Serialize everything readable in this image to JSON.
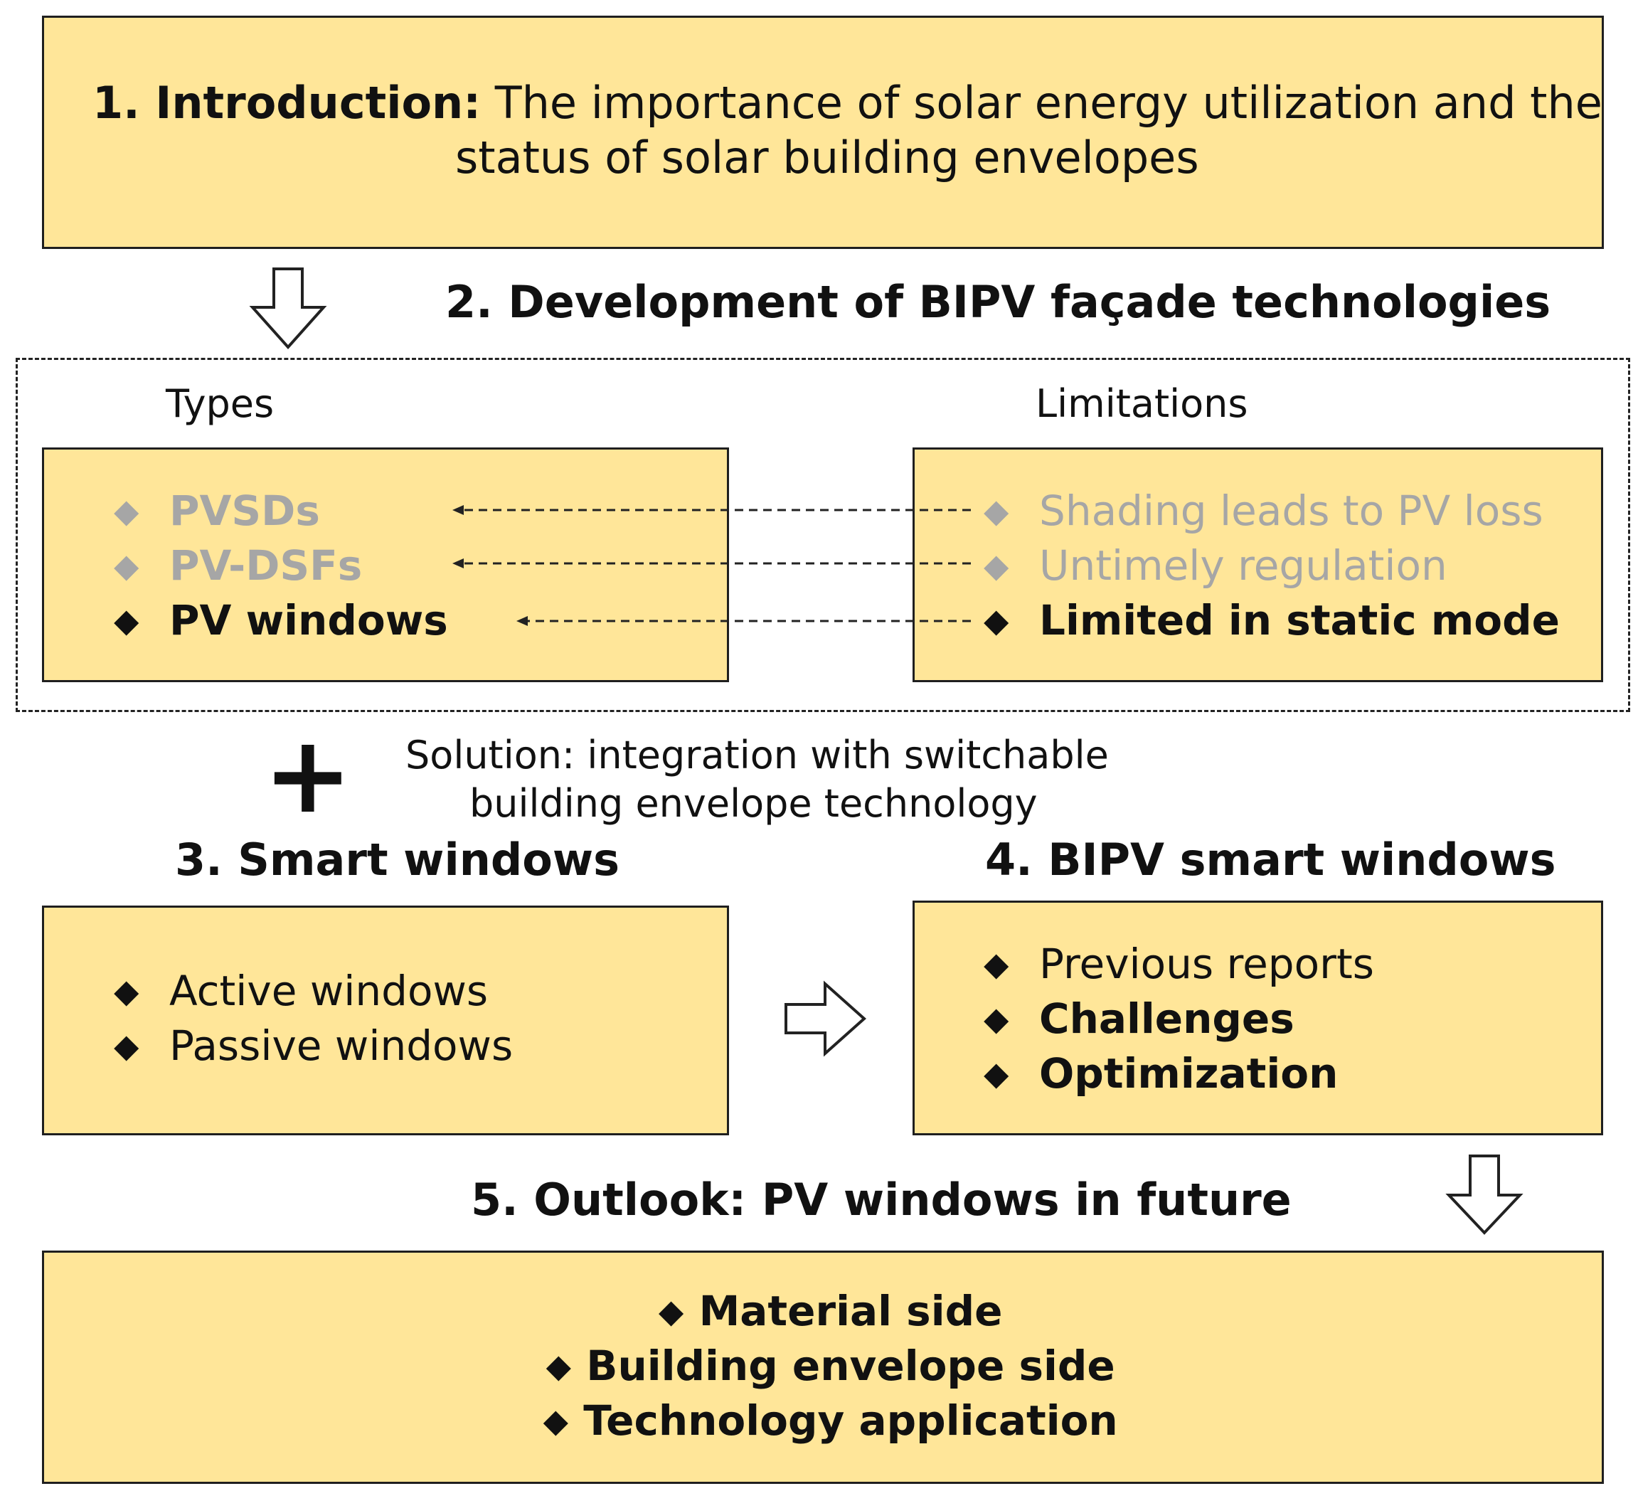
{
  "intro": {
    "lead": "1. Introduction:",
    "line1_rest": " The importance of solar energy utilization and the",
    "line2": "status of solar building envelopes"
  },
  "section2": {
    "title": "2. Development of BIPV façade technologies",
    "types_heading": "Types",
    "limitations_heading": "Limitations",
    "types": [
      {
        "label": "PVSDs",
        "style": "gray"
      },
      {
        "label": "PV-DSFs",
        "style": "gray"
      },
      {
        "label": "PV windows",
        "style": "black"
      }
    ],
    "limitations": [
      {
        "label": "Shading leads to PV loss",
        "style": "gray"
      },
      {
        "label": "Untimely regulation",
        "style": "gray"
      },
      {
        "label": "Limited in static mode",
        "style": "black"
      }
    ]
  },
  "solution": {
    "symbol": "+",
    "line1": "Solution: integration with switchable",
    "line2": "building envelope technology"
  },
  "section3": {
    "title": "3. Smart windows",
    "items": [
      "Active windows",
      "Passive windows"
    ]
  },
  "section4": {
    "title": "4. BIPV smart windows",
    "items": [
      {
        "label": "Previous reports",
        "bold": false
      },
      {
        "label": "Challenges",
        "bold": true
      },
      {
        "label": "Optimization",
        "bold": true
      }
    ]
  },
  "section5": {
    "title": "5. Outlook: PV windows in future",
    "items": [
      "Material side",
      "Building envelope side",
      "Technology application"
    ]
  },
  "bullet": "◆",
  "colors": {
    "box_fill": "#ffe699",
    "gray_text": "#a6a6a6",
    "border": "#1f1f1f"
  }
}
